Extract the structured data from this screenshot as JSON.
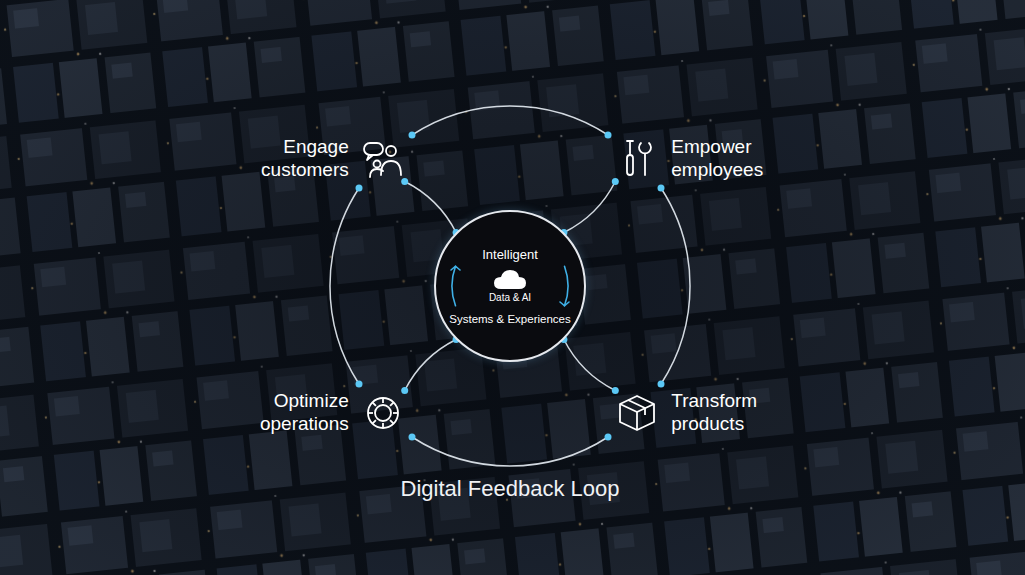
{
  "diagram": {
    "caption": "Digital Feedback Loop",
    "nodes": [
      {
        "text": [
          "Engage customers"
        ]
      },
      {
        "text": [
          "Empower employees"
        ]
      },
      {
        "text": [
          "Intelligent",
          "Data & AI",
          "Systems & Experiences"
        ]
      },
      {
        "text": [
          "Optimize operations"
        ]
      },
      {
        "text": [
          "Transform products"
        ]
      }
    ],
    "edges": [
      {
        "from": 2,
        "to": 0,
        "arrow": "none"
      },
      {
        "from": 2,
        "to": 1,
        "arrow": "none"
      },
      {
        "from": 2,
        "to": 3,
        "arrow": "none"
      },
      {
        "from": 2,
        "to": 4,
        "arrow": "none"
      },
      {
        "from": 0,
        "to": 1,
        "arrow": "none"
      },
      {
        "from": 1,
        "to": 4,
        "arrow": "none"
      },
      {
        "from": 4,
        "to": 3,
        "arrow": "none"
      },
      {
        "from": 3,
        "to": 0,
        "arrow": "none"
      }
    ]
  }
}
